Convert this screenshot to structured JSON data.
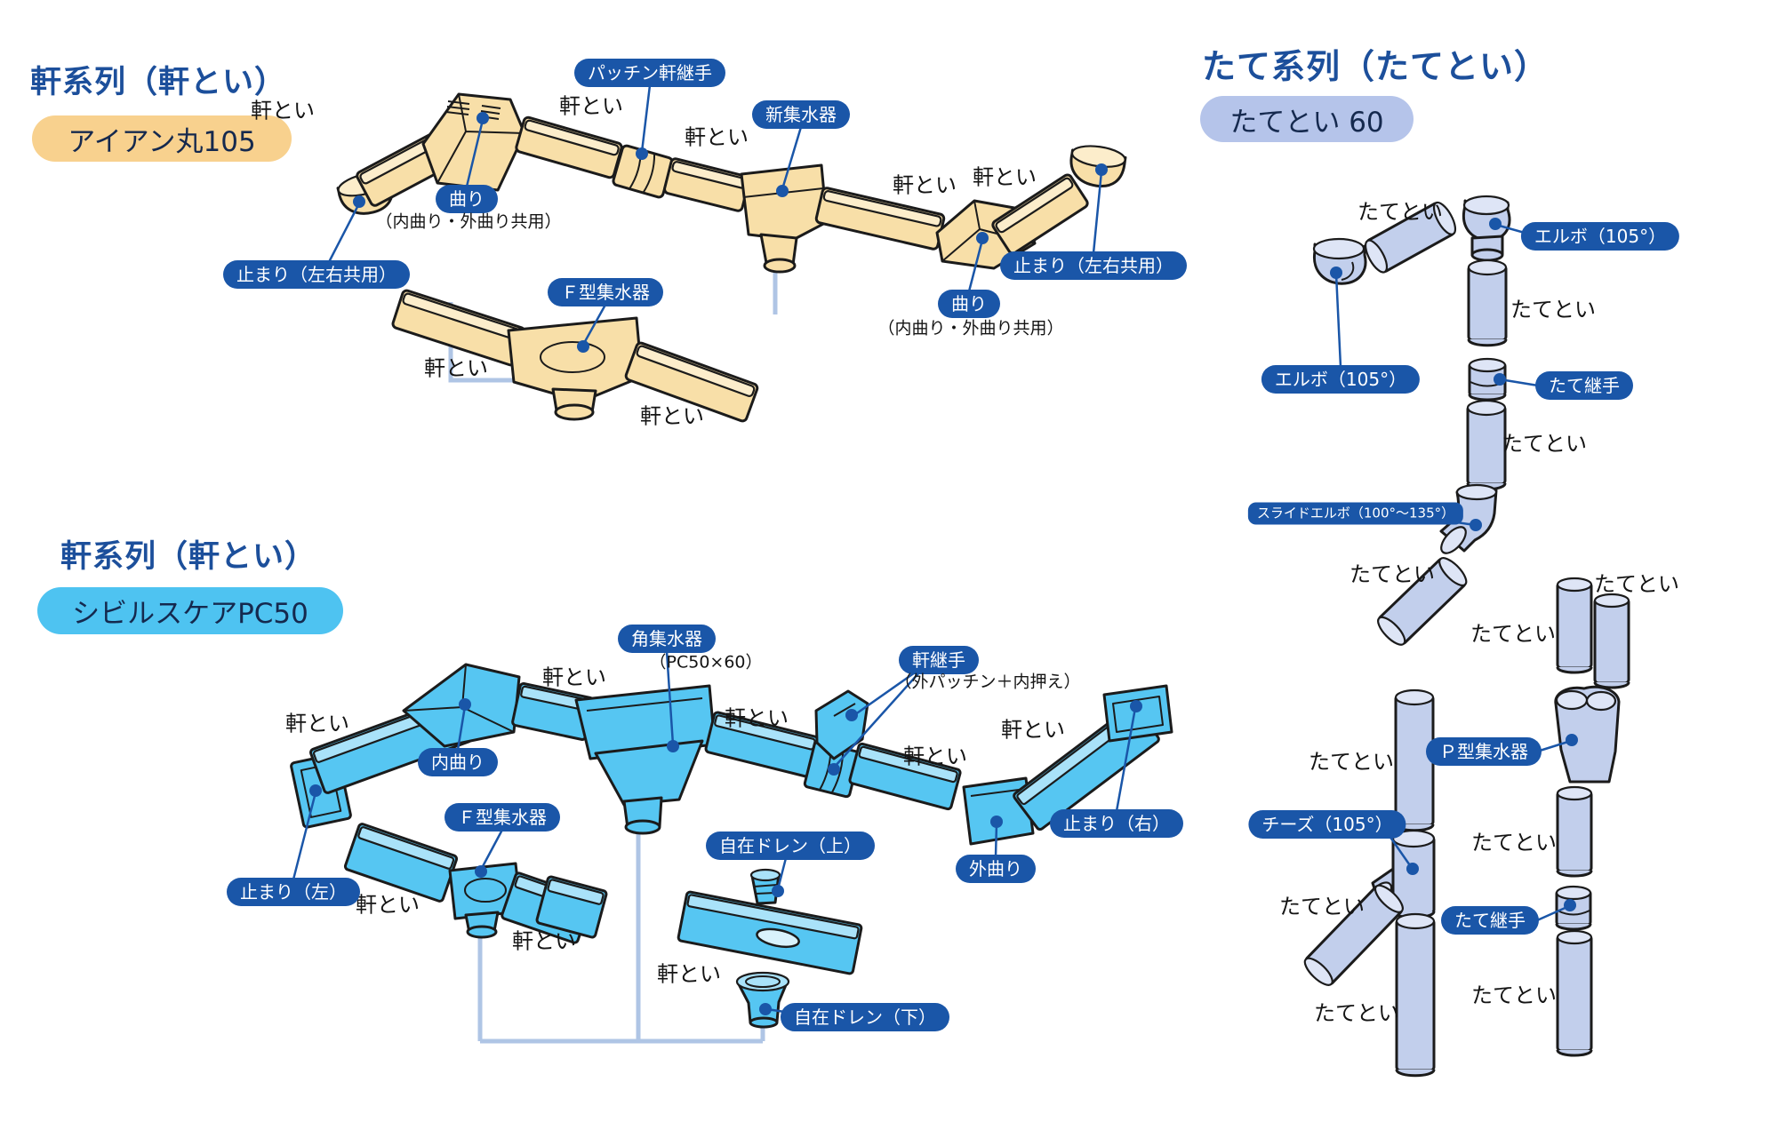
{
  "s1": {
    "heading": "軒系列（軒とい）",
    "badge": "アイアン丸105",
    "gutter": "軒とい",
    "pill_pacchin": "パッチン軒継手",
    "pill_shin": "新集水器",
    "pill_magari": "曲り",
    "cap_magari": "（内曲り・外曲り共用）",
    "pill_tomari": "止まり（左右共用）",
    "pill_f": "Ｆ型集水器"
  },
  "s2": {
    "heading": "軒系列（軒とい）",
    "badge": "シビルスケアPC50",
    "gutter": "軒とい",
    "pill_kaku": "角集水器",
    "cap_kaku": "（PC50×60）",
    "pill_noki": "軒継手",
    "cap_noki": "（外パッチン＋内押え）",
    "pill_uchi": "内曲り",
    "pill_tomari_l": "止まり（左）",
    "pill_f": "Ｆ型集水器",
    "pill_jizai_ue": "自在ドレン（上）",
    "pill_jizai_shita": "自在ドレン（下）",
    "pill_soto": "外曲り",
    "pill_tomari_r": "止まり（右）"
  },
  "s3": {
    "heading": "たて系列（たてとい）",
    "badge": "たてとい 60",
    "pipe": "たてとい",
    "pill_elbow": "エルボ（105°）",
    "pill_tsugite": "たて継手",
    "pill_slide": "スライドエルボ（100°～135°）",
    "pill_p": "Ｐ型集水器",
    "pill_tee": "チーズ（105°）"
  },
  "colors": {
    "heading_blue": "#1C4F9B",
    "label_pill_blue": "#1A56A8",
    "iron_tan": "#F8DFA8",
    "badge_tan": "#F8D18E",
    "pc50_blue": "#56C6F2",
    "badge_cyan": "#4EC3F1",
    "tate_periwinkle": "#C2CFEC",
    "badge_periwinkle": "#B5C4EA",
    "connector_pale_blue": "#AFC5E5"
  }
}
